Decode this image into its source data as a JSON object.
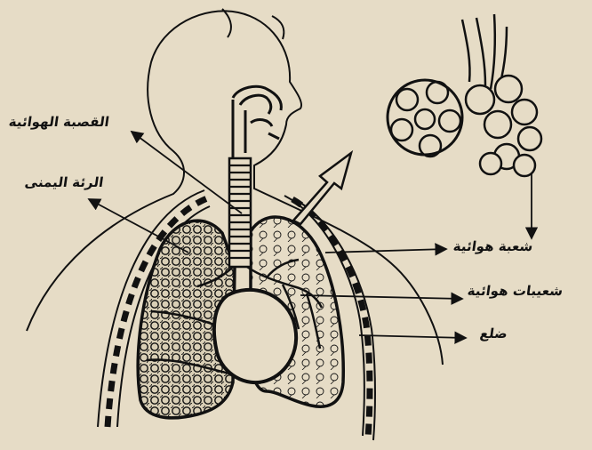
{
  "labels": {
    "trachea": "القصبة الهوائية",
    "right_lung": "الرئة اليمنى",
    "bronchus": "شعبة هوائية",
    "bronchioles": "شعيبات هوائية",
    "rib": "ضلع"
  },
  "colors": {
    "paper": "#e6dcc6",
    "ink": "#111111"
  }
}
